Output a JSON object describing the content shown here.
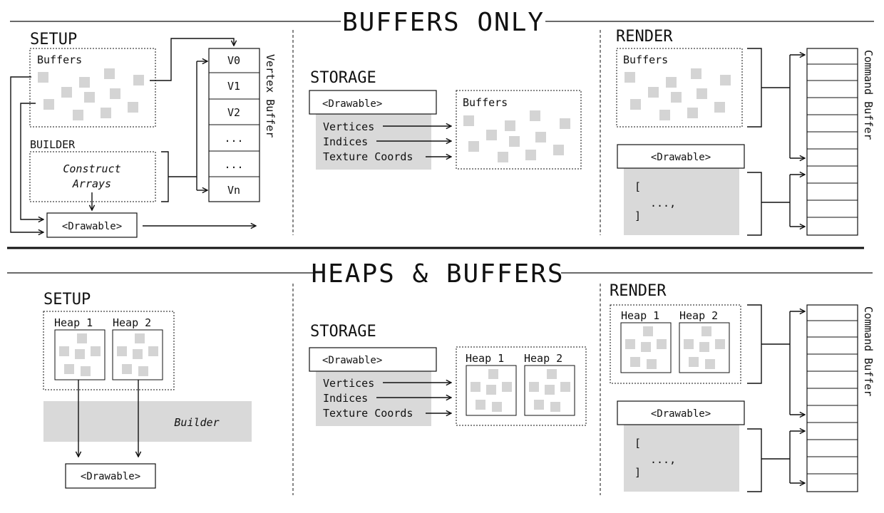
{
  "top": {
    "title": "BUFFERS ONLY",
    "setup": {
      "heading": "SETUP",
      "buffers_label": "Buffers",
      "builder_heading": "BUILDER",
      "construct_line1": "Construct",
      "construct_line2": "Arrays",
      "drawable": "<Drawable>",
      "vertex_buffer_label": "Vertex Buffer",
      "vertex_cells": [
        "V0",
        "V1",
        "V2",
        "...",
        "...",
        "Vn"
      ]
    },
    "storage": {
      "heading": "STORAGE",
      "drawable": "<Drawable>",
      "items": [
        "Vertices",
        "Indices",
        "Texture Coords"
      ],
      "buffers_label": "Buffers"
    },
    "render": {
      "heading": "RENDER",
      "buffers_label": "Buffers",
      "drawable": "<Drawable>",
      "array_open": "[",
      "array_dots": "...,",
      "array_close": "]",
      "command_buffer_label": "Command Buffer"
    }
  },
  "bottom": {
    "title": "HEAPS & BUFFERS",
    "setup": {
      "heading": "SETUP",
      "heap1": "Heap 1",
      "heap2": "Heap 2",
      "builder": "Builder",
      "drawable": "<Drawable>"
    },
    "storage": {
      "heading": "STORAGE",
      "drawable": "<Drawable>",
      "items": [
        "Vertices",
        "Indices",
        "Texture Coords"
      ],
      "heap1": "Heap 1",
      "heap2": "Heap 2"
    },
    "render": {
      "heading": "RENDER",
      "heap1": "Heap 1",
      "heap2": "Heap 2",
      "drawable": "<Drawable>",
      "array_open": "[",
      "array_dots": "...,",
      "array_close": "]",
      "command_buffer_label": "Command Buffer"
    }
  },
  "colors": {
    "ink": "#111111",
    "gray_block": "#d9d9d9",
    "gray_square": "#d4d4d4",
    "background": "#ffffff"
  }
}
